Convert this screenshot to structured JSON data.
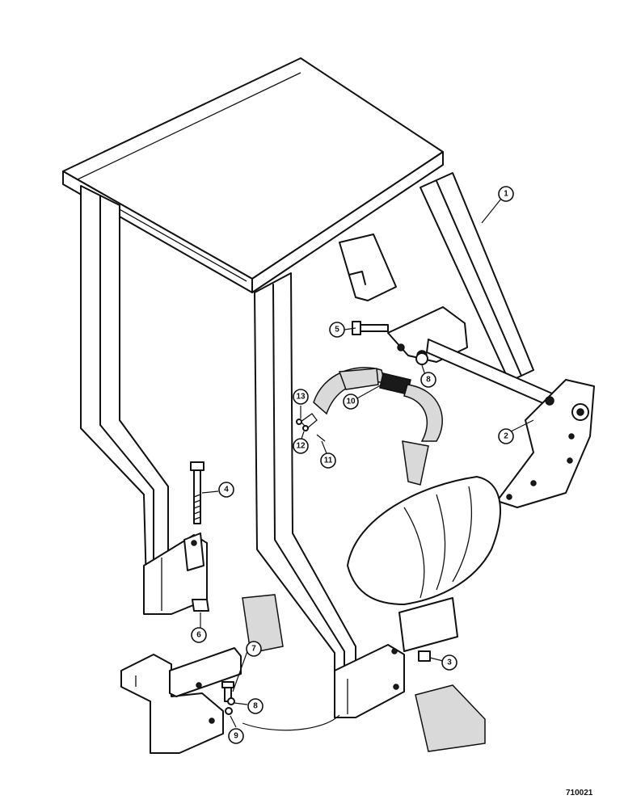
{
  "callouts": {
    "c1": "1",
    "c2": "2",
    "c3": "3",
    "c4": "4",
    "c5": "5",
    "c6": "6",
    "c7": "7",
    "c8a": "8",
    "c8b": "8",
    "c9": "9",
    "c10": "10",
    "c11": "11",
    "c12": "12",
    "c13": "13"
  },
  "reference_code": "710021"
}
